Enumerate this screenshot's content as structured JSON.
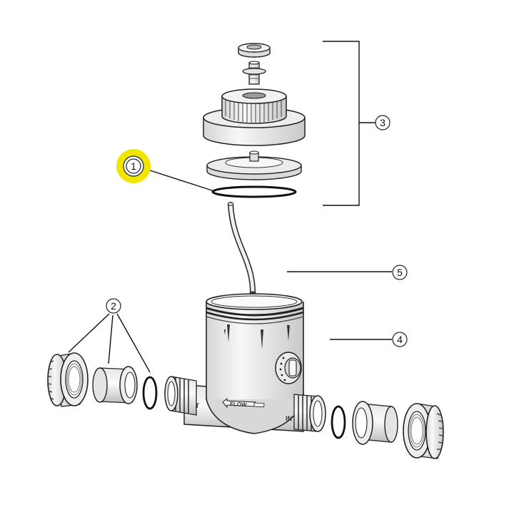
{
  "callouts": [
    {
      "number": "1",
      "highlighted": true
    },
    {
      "number": "2",
      "highlighted": false
    },
    {
      "number": "3",
      "highlighted": false
    },
    {
      "number": "4",
      "highlighted": false
    },
    {
      "number": "5",
      "highlighted": false
    }
  ],
  "body_markings": {
    "out_label": "OUT",
    "in_label": "IN",
    "flow_label": "FLOW"
  },
  "colors": {
    "highlight": "#f2e600",
    "line": "#1a1a1a",
    "part_fill": "#f1f1f1",
    "part_shade": "#cfcfcf"
  }
}
